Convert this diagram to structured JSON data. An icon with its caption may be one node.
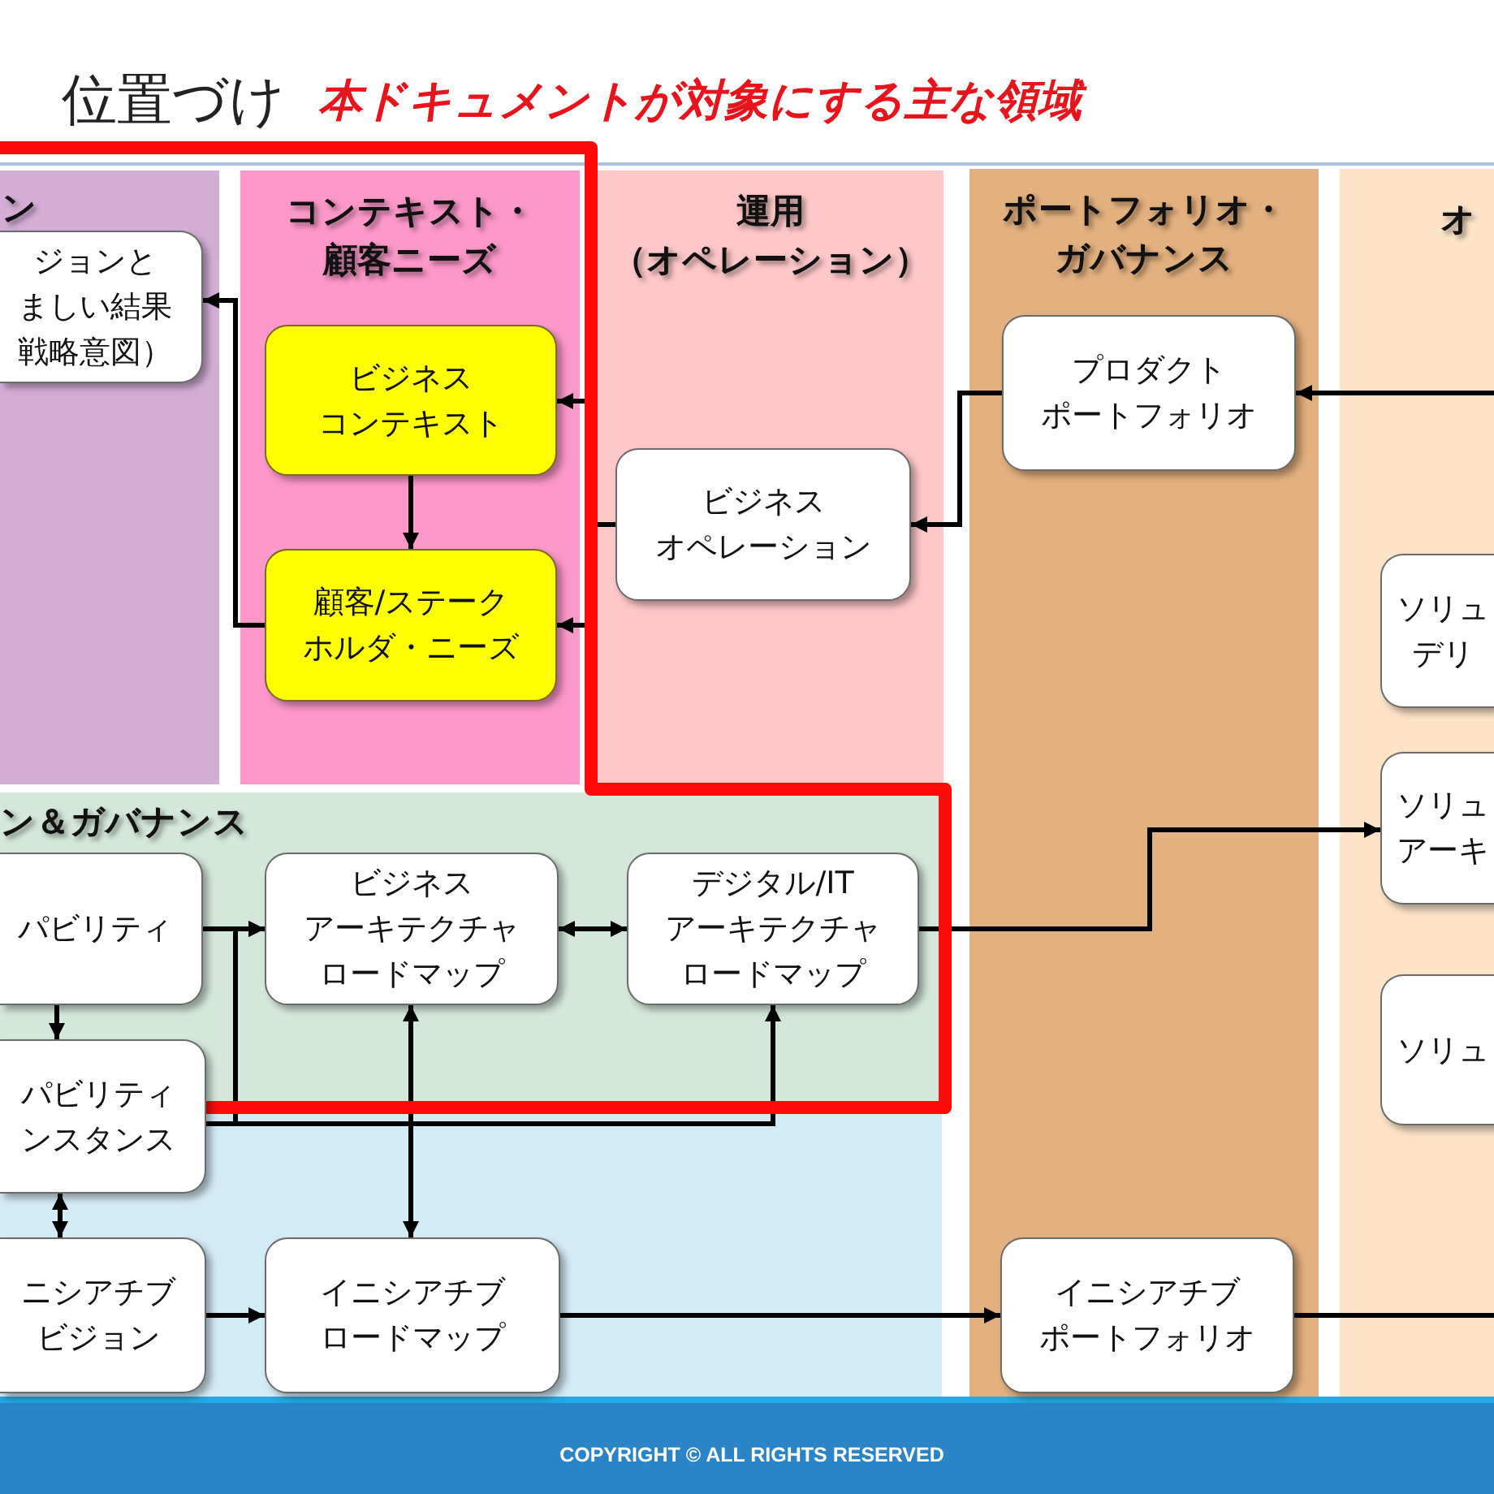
{
  "diagram": {
    "title": "位置づけ",
    "nodes": [
      {
        "text": [
          "ン"
        ]
      },
      {
        "text": [
          "ジョンとましい結果戦略意図）"
        ],
        "in": 0
      },
      {
        "text": [
          "コンテキスト・顧客ニーズ"
        ]
      },
      {
        "text": [
          "ビジネスコンテキスト"
        ],
        "in": 2
      },
      {
        "text": [
          "顧客/ステークホルダ・ニーズ"
        ],
        "in": 2
      },
      {
        "text": [
          "運用（オペレーション）"
        ]
      },
      {
        "text": [
          "ビジネスオペレーション"
        ],
        "in": 5
      },
      {
        "text": [
          "ポートフォリオ・ガバナンス"
        ]
      },
      {
        "text": [
          "プロダクトポートフォリオ"
        ],
        "in": 7
      },
      {
        "text": [
          "オ"
        ]
      },
      {
        "text": [
          "ソリュデリ"
        ],
        "in": 9
      },
      {
        "text": [
          "ソリュアーキ"
        ],
        "in": 9
      },
      {
        "text": [
          "ソリュ"
        ],
        "in": 9
      },
      {
        "text": [
          "ン＆ガバナンス"
        ]
      },
      {
        "text": [
          "パビリティ"
        ],
        "in": 13
      },
      {
        "text": [
          "ビジネスアーキテクチャロードマップ"
        ],
        "in": 13
      },
      {
        "text": [
          "デジタル/ITアーキテクチャロードマップ"
        ],
        "in": 13
      },
      {
        "text": [
          "パビリティンスタンス"
        ]
      },
      {
        "text": [],
        "shape": "band"
      },
      {
        "text": [
          "ニシアチブビジョン"
        ],
        "in": 18
      },
      {
        "text": [
          "イニシアチブロードマップ"
        ],
        "in": 18
      },
      {
        "text": [
          "イニシアチブポートフォリオ"
        ],
        "in": 7
      }
    ],
    "edges": [
      {
        "from": 3,
        "to": 4,
        "arrow": "to"
      },
      {
        "from": 4,
        "to": 1,
        "arrow": "to"
      },
      {
        "from": 6,
        "to": 3,
        "arrow": "to"
      },
      {
        "from": 6,
        "to": 4,
        "arrow": "to"
      },
      {
        "from": 8,
        "to": 6,
        "arrow": "to"
      },
      {
        "from": 9,
        "to": 8,
        "arrow": "to"
      },
      {
        "from": 14,
        "to": 15,
        "arrow": "to"
      },
      {
        "from": 15,
        "to": 16,
        "arrow": "both"
      },
      {
        "from": 16,
        "to": 11,
        "arrow": "to"
      },
      {
        "from": 14,
        "to": 17,
        "arrow": "to"
      },
      {
        "from": 17,
        "to": 15,
        "arrow": "to"
      },
      {
        "from": 17,
        "to": 16,
        "arrow": "to"
      },
      {
        "from": 15,
        "to": 20,
        "arrow": "both"
      },
      {
        "from": 17,
        "to": 19,
        "arrow": "both"
      },
      {
        "from": 19,
        "to": 20,
        "arrow": "to"
      },
      {
        "from": 20,
        "to": 21,
        "arrow": "to"
      },
      {
        "from": 21,
        "to": 9,
        "arrow": "none"
      }
    ],
    "labels": [
      "本ドキュメントが対象にする主な領域",
      "COPYRIGHT © ALL RIGHTS RESERVED"
    ]
  }
}
